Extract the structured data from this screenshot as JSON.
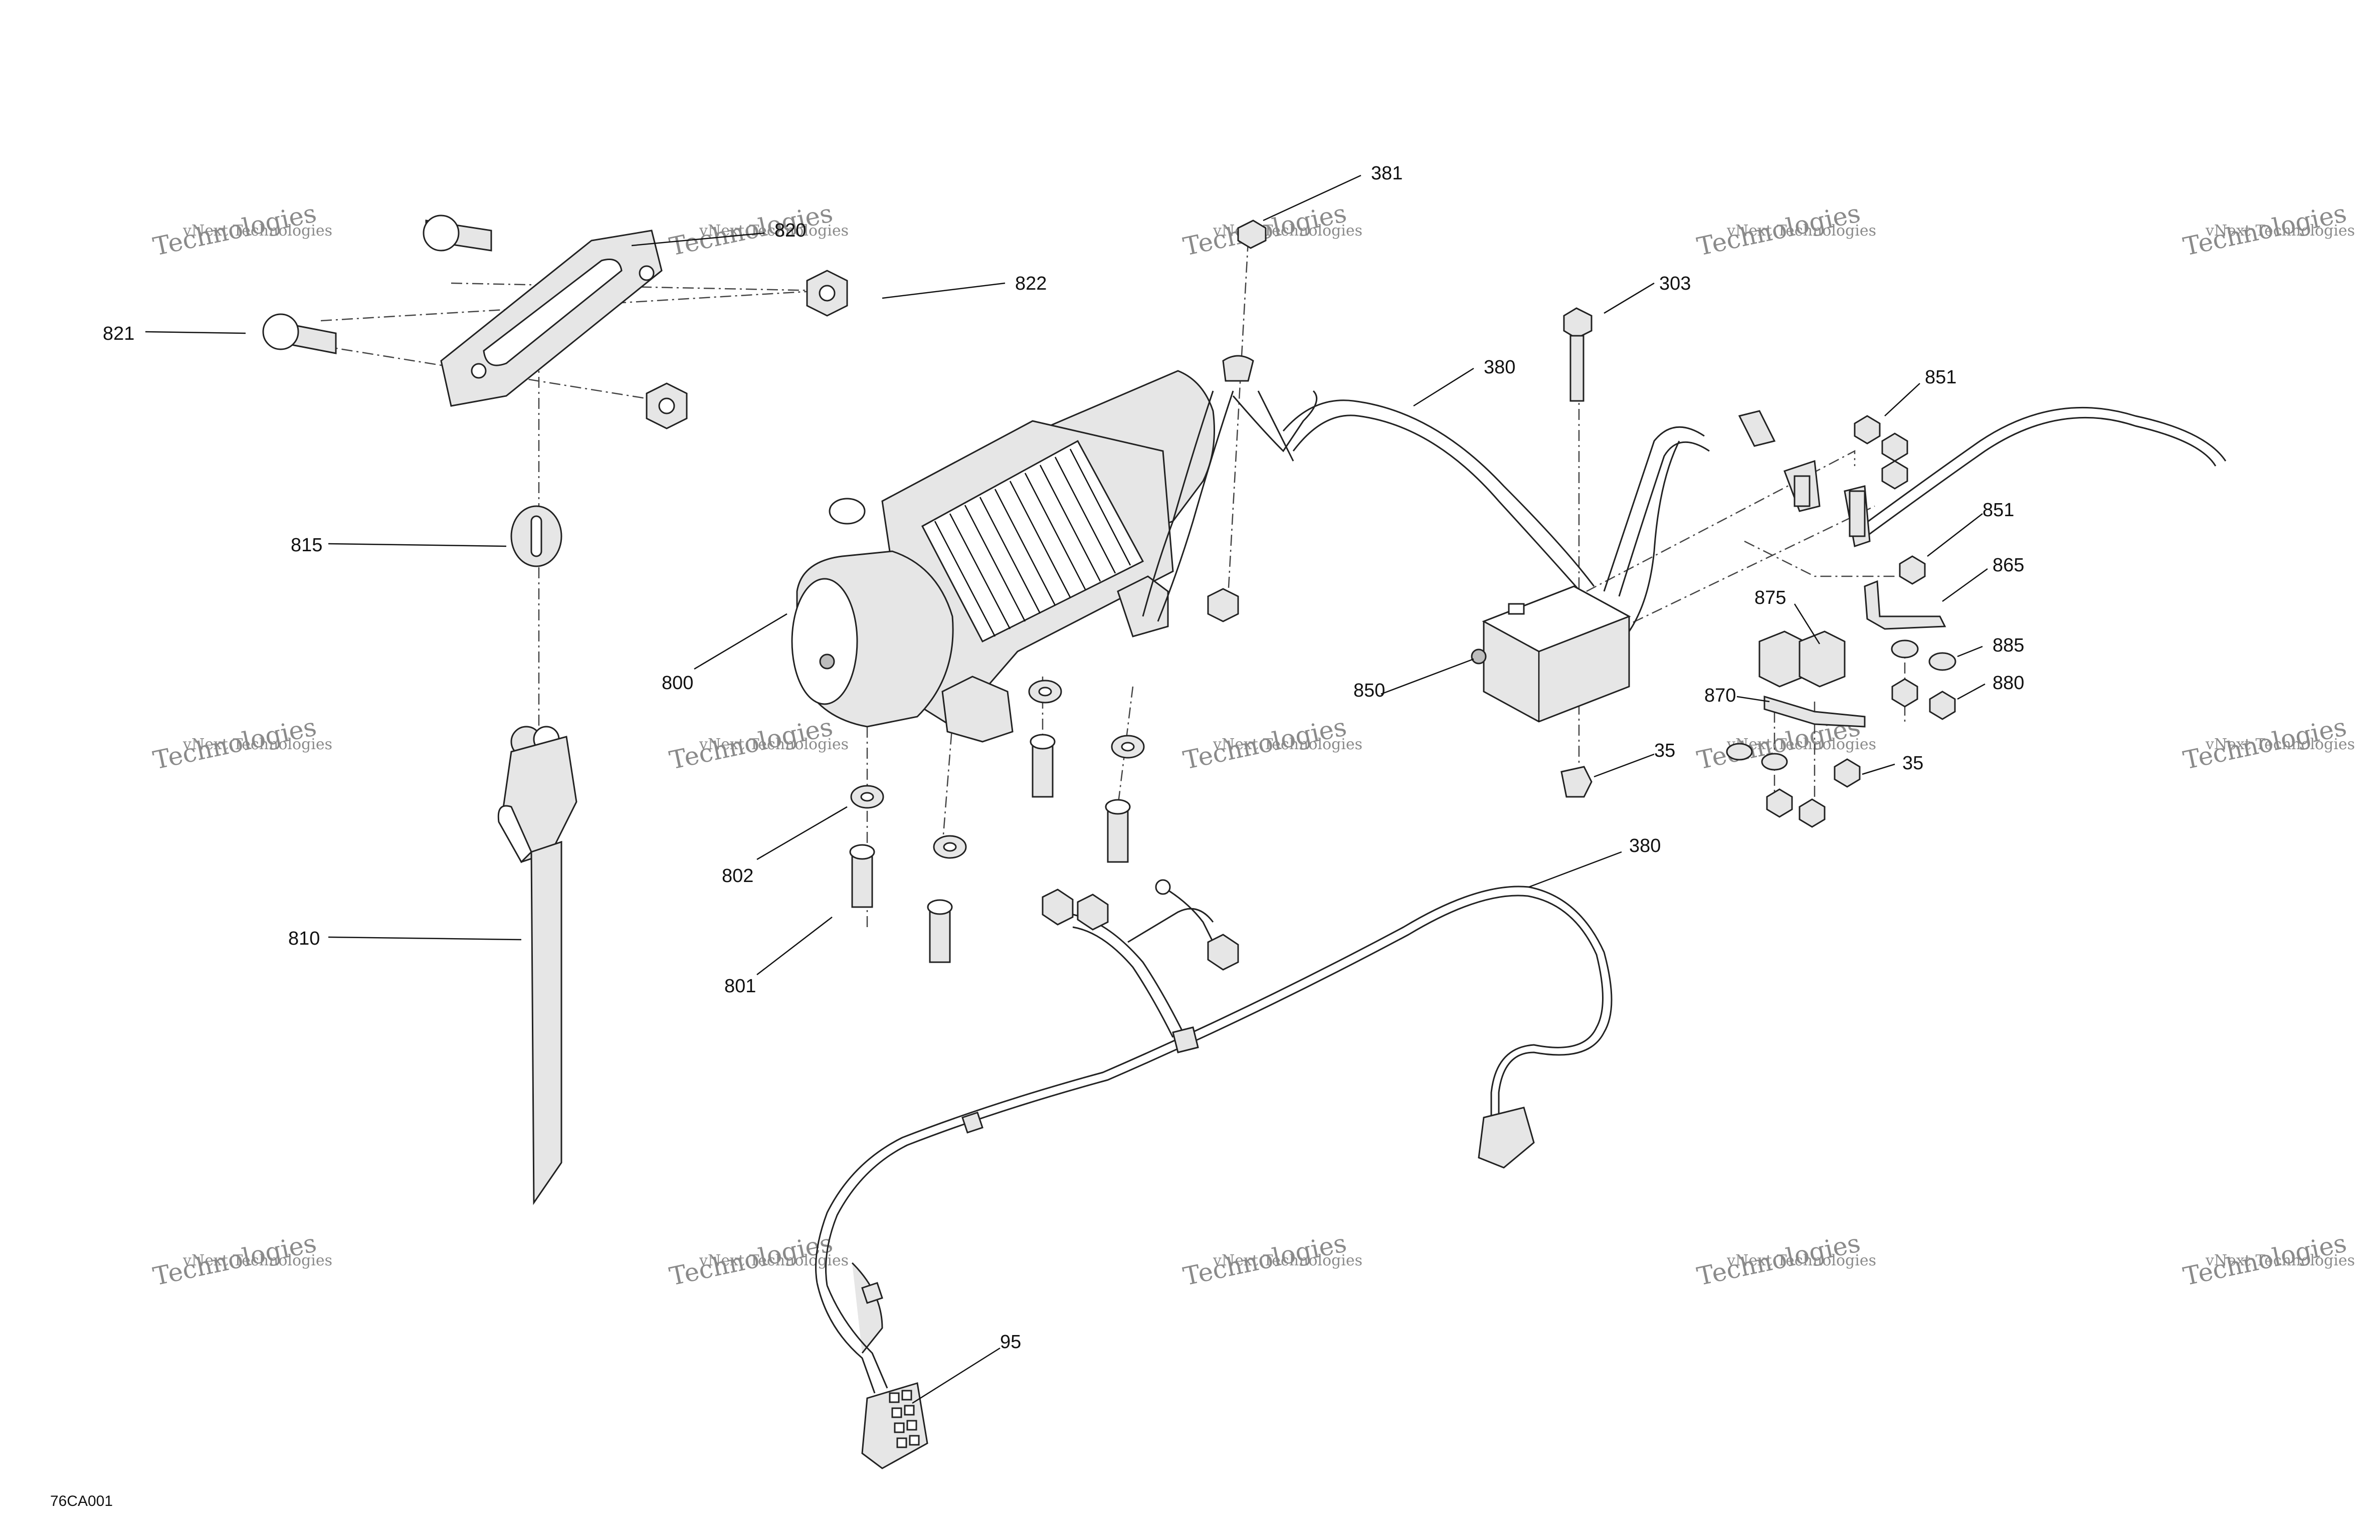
{
  "diagram": {
    "code": "76CA001",
    "watermark": {
      "line1": "vNext Technologies",
      "line2": "Technologies"
    },
    "callouts": {
      "c820": "820",
      "c822": "822",
      "c821": "821",
      "c815": "815",
      "c810": "810",
      "c381": "381",
      "c303": "303",
      "c380a": "380",
      "c851a": "851",
      "c851b": "851",
      "c865": "865",
      "c875": "875",
      "c885": "885",
      "c870": "870",
      "c880": "880",
      "c850": "850",
      "c35a": "35",
      "c35b": "35",
      "c800": "800",
      "c802": "802",
      "c801": "801",
      "c380b": "380",
      "c95": "95"
    }
  }
}
